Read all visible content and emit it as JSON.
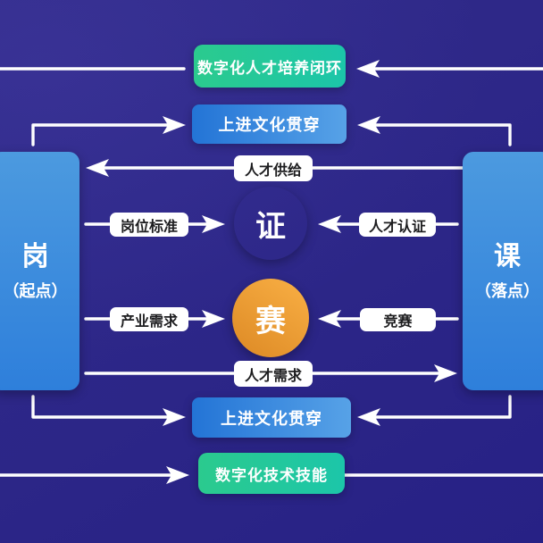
{
  "diagram": {
    "top_loop": {
      "label": "数字化人才培养闭环"
    },
    "culture_top": {
      "label": "上进文化贯穿"
    },
    "culture_bottom": {
      "label": "上进文化贯穿"
    },
    "bottom_loop": {
      "label": "数字化技术技能"
    },
    "left_node": {
      "title": "岗",
      "subtitle": "（起点）"
    },
    "right_node": {
      "title": "课",
      "subtitle": "（落点）"
    },
    "cert_node": {
      "label": "证"
    },
    "contest_node": {
      "label": "赛"
    },
    "edges": {
      "talent_supply": "人才供给",
      "post_standard": "岗位标准",
      "talent_certification": "人才认证",
      "industry_demand": "产业需求",
      "competition": "竞赛",
      "talent_demand": "人才需求"
    }
  },
  "colors": {
    "bg1": "#322c8a",
    "bg2": "#272185",
    "line": "#ffffff",
    "teal1": "#2bca8e",
    "teal2": "#1cc6a9",
    "blue1": "#2374d6",
    "blue2": "#57a2e7",
    "side1": "#4c9adf",
    "side2": "#2e7fdb",
    "cert": "#0b72d1",
    "orange1": "#f5aa40",
    "orange2": "#de8b26"
  }
}
